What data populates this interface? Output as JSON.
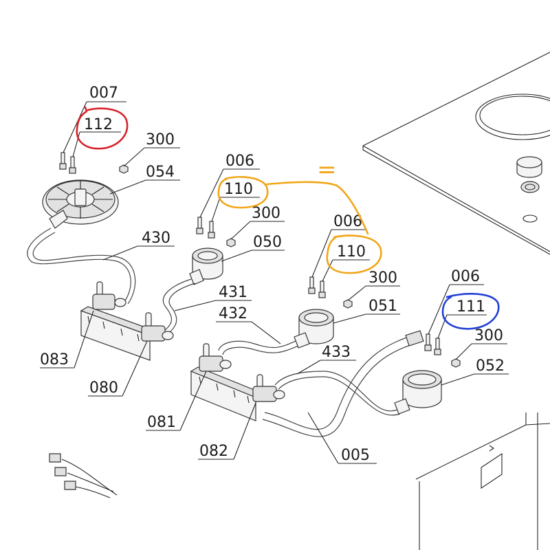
{
  "callouts": [
    {
      "id": "c007",
      "text": "007"
    },
    {
      "id": "c112",
      "text": "112"
    },
    {
      "id": "c300a",
      "text": "300"
    },
    {
      "id": "c054",
      "text": "054"
    },
    {
      "id": "c006a",
      "text": "006"
    },
    {
      "id": "c110a",
      "text": "110"
    },
    {
      "id": "c300b",
      "text": "300"
    },
    {
      "id": "c050",
      "text": "050"
    },
    {
      "id": "c006b",
      "text": "006"
    },
    {
      "id": "c110b",
      "text": "110"
    },
    {
      "id": "c300c",
      "text": "300"
    },
    {
      "id": "c051",
      "text": "051"
    },
    {
      "id": "c006c",
      "text": "006"
    },
    {
      "id": "c111",
      "text": "111"
    },
    {
      "id": "c300d",
      "text": "300"
    },
    {
      "id": "c052",
      "text": "052"
    },
    {
      "id": "c430",
      "text": "430"
    },
    {
      "id": "c431",
      "text": "431"
    },
    {
      "id": "c432",
      "text": "432"
    },
    {
      "id": "c433",
      "text": "433"
    },
    {
      "id": "c083",
      "text": "083"
    },
    {
      "id": "c080",
      "text": "080"
    },
    {
      "id": "c081",
      "text": "081"
    },
    {
      "id": "c082",
      "text": "082"
    },
    {
      "id": "c005",
      "text": "005"
    }
  ],
  "annotations": {
    "equal_sign": "=",
    "colors": {
      "red": "#d8222a",
      "orange": "#f2a516",
      "blue": "#1f3fd6"
    }
  }
}
